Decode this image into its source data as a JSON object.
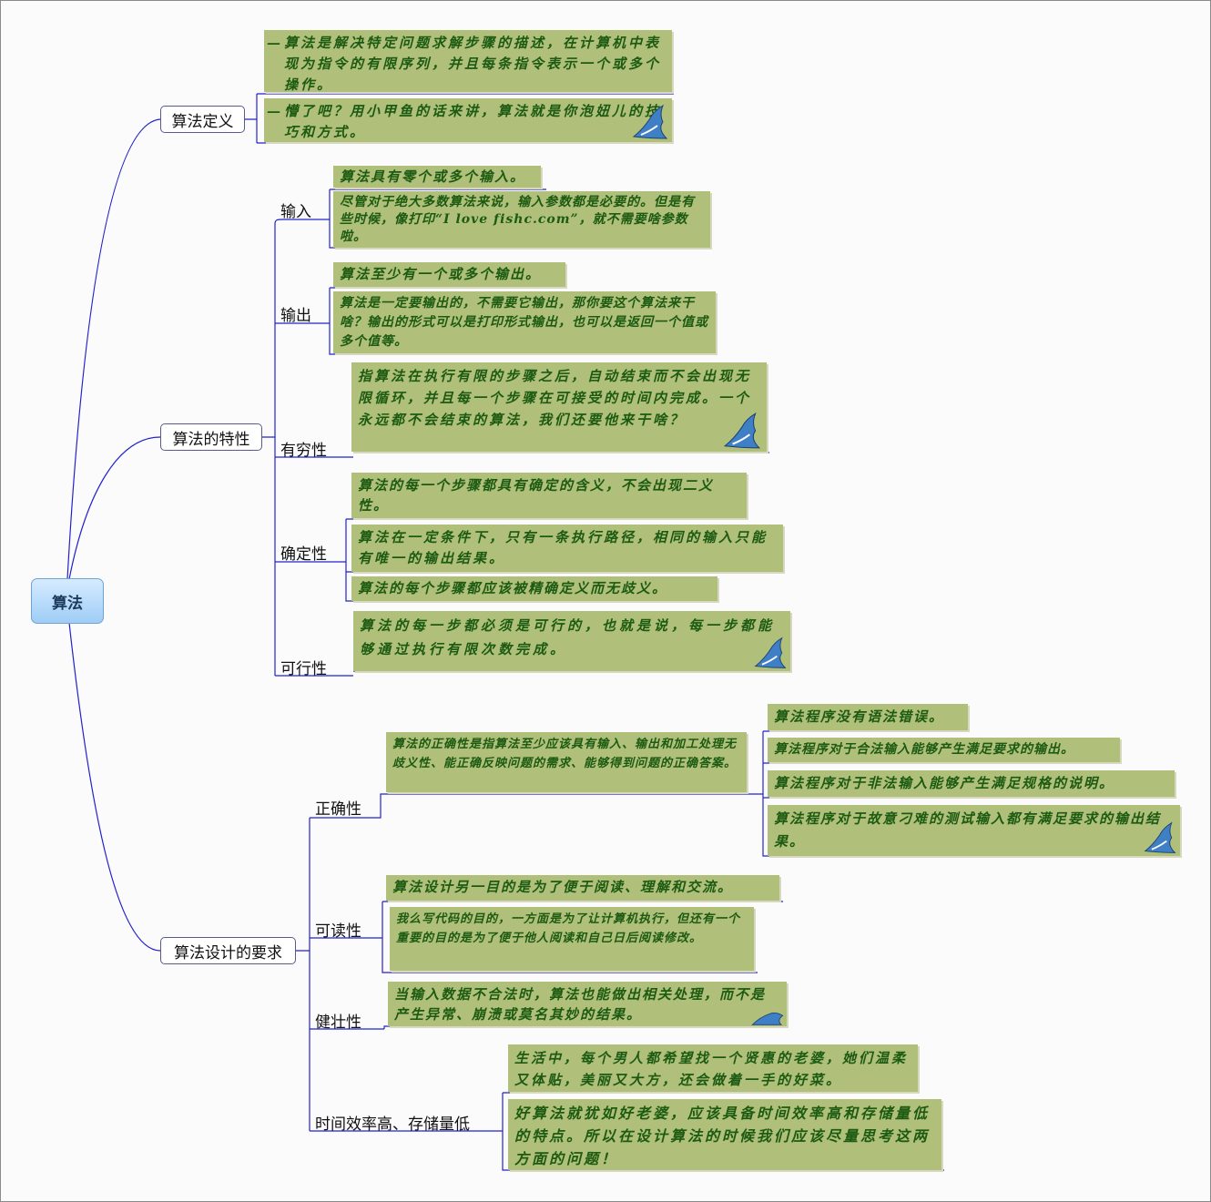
{
  "root": "算法",
  "branches": {
    "def": {
      "label": "算法定义",
      "notes": [
        "算法是解决特定问题求解步骤的描述，在计算机中表现为指令的有限序列，并且每条指令表示一个或多个操作。",
        "懵了吧？用小甲鱼的话来讲，算法就是你泡妞儿的技巧和方式。"
      ]
    },
    "prop": {
      "label": "算法的特性",
      "input": {
        "label": "输入",
        "notes": [
          "算法具有零个或多个输入。",
          "尽管对于绝大多数算法来说，输入参数都是必要的。但是有些时候，像打印“I love fishc.com”，就不需要啥参数啦。"
        ]
      },
      "output": {
        "label": "输出",
        "notes": [
          "算法至少有一个或多个输出。",
          "算法是一定要输出的，不需要它输出，那你要这个算法来干啥？输出的形式可以是打印形式输出，也可以是返回一个值或多个值等。"
        ]
      },
      "finite": {
        "label": "有穷性",
        "notes": [
          "指算法在执行有限的步骤之后，自动结束而不会出现无限循环，并且每一个步骤在可接受的时间内完成。一个永远都不会结束的算法，我们还要他来干啥？"
        ]
      },
      "definite": {
        "label": "确定性",
        "notes": [
          "算法的每一个步骤都具有确定的含义，不会出现二义性。",
          "算法在一定条件下，只有一条执行路径，相同的输入只能有唯一的输出结果。",
          "算法的每个步骤都应该被精确定义而无歧义。"
        ]
      },
      "feasible": {
        "label": "可行性",
        "notes": [
          "算法的每一步都必须是可行的，也就是说，每一步都能够通过执行有限次数完成。"
        ]
      }
    },
    "req": {
      "label": "算法设计的要求",
      "correct": {
        "label": "正确性",
        "note": "算法的正确性是指算法至少应该具有输入、输出和加工处理无歧义性、能正确反映问题的需求、能够得到问题的正确答案。",
        "levels": [
          "算法程序没有语法错误。",
          "算法程序对于合法输入能够产生满足要求的输出。",
          "算法程序对于非法输入能够产生满足规格的说明。",
          "算法程序对于故意刁难的测试输入都有满足要求的输出结果。"
        ]
      },
      "readable": {
        "label": "可读性",
        "notes": [
          "算法设计另一目的是为了便于阅读、理解和交流。",
          "我么写代码的目的，一方面是为了让计算机执行，但还有一个重要的目的是为了便于他人阅读和自己日后阅读修改。"
        ]
      },
      "robust": {
        "label": "健壮性",
        "notes": [
          "当输入数据不合法时，算法也能做出相关处理，而不是产生异常、崩溃或莫名其妙的结果。"
        ]
      },
      "efficient": {
        "label": "时间效率高、存储量低",
        "notes": [
          "生活中，每个男人都希望找一个贤惠的老婆，她们温柔又体贴，美丽又大方，还会做着一手的好菜。",
          "好算法就犹如好老婆，应该具备时间效率高和存储量低的特点。所以在设计算法的时候我们应该尽量思考这两方面的问题！"
        ]
      }
    }
  },
  "colors": {
    "line": "#2222cc",
    "note_bg": "#b0c07a",
    "note_text": "#1d5a12"
  }
}
